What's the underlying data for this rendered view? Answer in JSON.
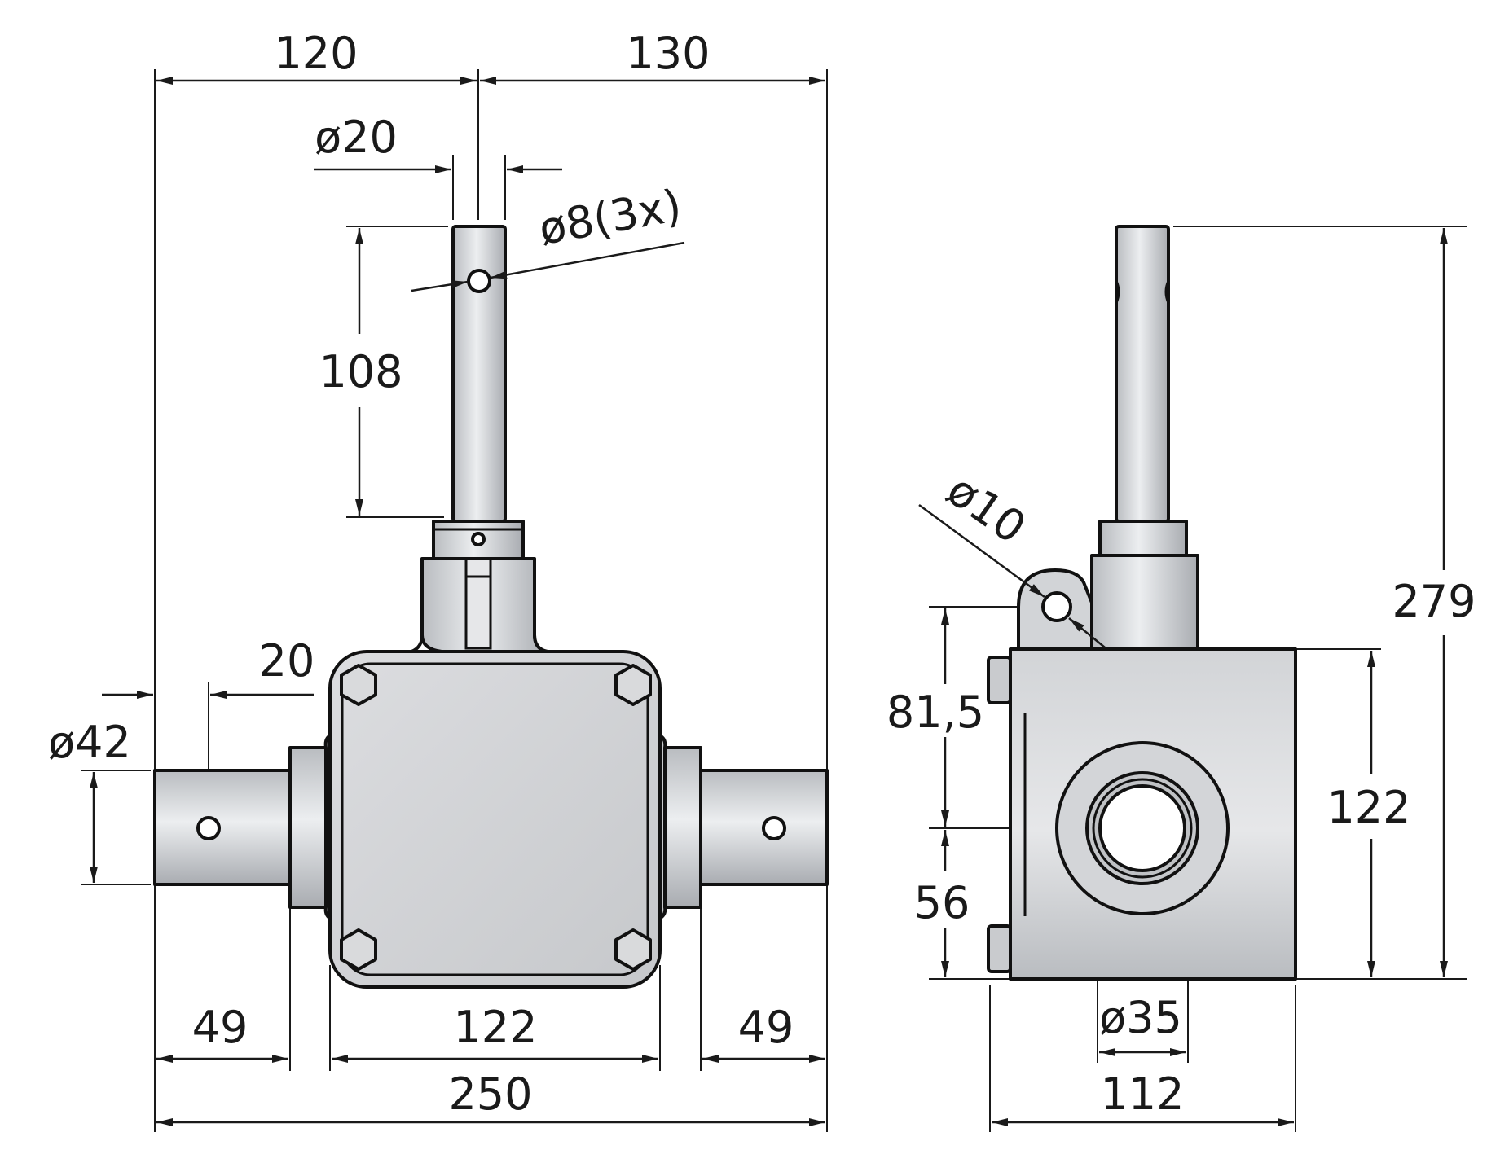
{
  "colors": {
    "ink": "#1a1a1a",
    "metal_light": "#e4e5e7",
    "metal_mid": "#cfd1d4",
    "metal_dark": "#b4b7bb",
    "housing": "#d4d5d7",
    "background": "#ffffff"
  },
  "front_view": {
    "dim_top_left": "120",
    "dim_top_right": "130",
    "dim_shaft_dia": "ø20",
    "dim_pin_hole": "ø8(3x)",
    "dim_shaft_length": "108",
    "dim_side_offset": "20",
    "dim_side_shaft_dia": "ø42",
    "dim_left_stub": "49",
    "dim_housing_width": "122",
    "dim_right_stub": "49",
    "dim_overall_width": "250"
  },
  "side_view": {
    "dim_mount_hole": "ø10",
    "dim_overall_height": "279",
    "dim_mount_height": "81,5",
    "dim_housing_height": "122",
    "dim_bore_height": "56",
    "dim_bore_dia": "ø35",
    "dim_depth": "112"
  }
}
